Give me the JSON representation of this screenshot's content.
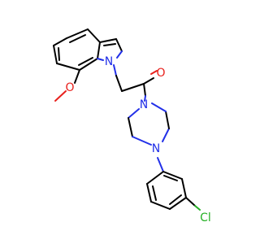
{
  "molecule": {
    "atom_labels": {
      "n_indole": "N",
      "o_methoxy": "O",
      "o_carbonyl": "O",
      "n_piperazine_top": "N",
      "n_piperazine_bottom": "N",
      "cl": "Cl"
    },
    "colors": {
      "bond": "#000000",
      "nitrogen": "#2230e8",
      "oxygen": "#e8201c",
      "chlorine": "#25b025"
    }
  }
}
